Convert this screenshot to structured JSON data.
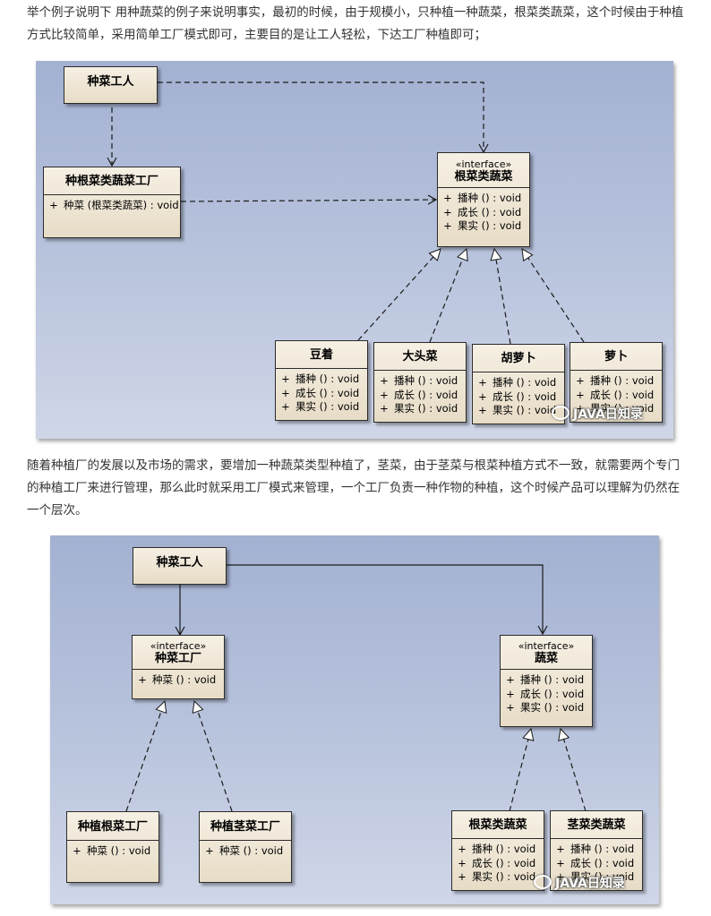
{
  "paragraphs": {
    "p1": "举个例子说明下 用种蔬菜的例子来说明事实，最初的时候，由于规模小，只种植一种蔬菜，根菜类蔬菜，这个时候由于种植方式比较简单，采用简单工厂模式即可，主要目的是让工人轻松，下达工厂种植即可；",
    "p2": "随着种植厂的发展以及市场的需求，要增加一种蔬菜类型种植了，茎菜，由于茎菜与根菜种植方式不一致，就需要两个专门的种植工厂来进行管理，那么此时就采用工厂模式来管理，一个工厂负责一种作物的种植，这个时候产品可以理解为仍然在一个层次。"
  },
  "diagram1": {
    "worker": {
      "name": "种菜工人"
    },
    "factory": {
      "name": "种根菜类蔬菜工厂",
      "ops": [
        {
          "vis": "+",
          "sig": "种菜 (根菜类蔬菜) : void"
        }
      ]
    },
    "iface": {
      "stereotype": "«interface»",
      "name": "根菜类蔬菜",
      "ops": [
        {
          "vis": "+",
          "sig": "播种 () : void"
        },
        {
          "vis": "+",
          "sig": "成长 () : void"
        },
        {
          "vis": "+",
          "sig": "果实 () : void"
        }
      ]
    },
    "products": [
      {
        "name": "豆着",
        "ops": [
          {
            "vis": "+",
            "sig": "播种 () : void"
          },
          {
            "vis": "+",
            "sig": "成长 () : void"
          },
          {
            "vis": "+",
            "sig": "果实 () : void"
          }
        ]
      },
      {
        "name": "大头菜",
        "ops": [
          {
            "vis": "+",
            "sig": "播种 () : void"
          },
          {
            "vis": "+",
            "sig": "成长 () : void"
          },
          {
            "vis": "+",
            "sig": "果实 () : void"
          }
        ]
      },
      {
        "name": "胡萝卜",
        "ops": [
          {
            "vis": "+",
            "sig": "播种 () : void"
          },
          {
            "vis": "+",
            "sig": "成长 () : void"
          },
          {
            "vis": "+",
            "sig": "果实 () : void"
          }
        ]
      },
      {
        "name": "萝卜",
        "ops": [
          {
            "vis": "+",
            "sig": "播种 () : void"
          },
          {
            "vis": "+",
            "sig": "成长 () : void"
          },
          {
            "vis": "+",
            "sig": "果实 () : void"
          }
        ]
      }
    ],
    "watermark": "JAVA日知录"
  },
  "diagram2": {
    "worker": {
      "name": "种菜工人"
    },
    "factoryIface": {
      "stereotype": "«interface»",
      "name": "种菜工厂",
      "ops": [
        {
          "vis": "+",
          "sig": "种菜 () : void"
        }
      ]
    },
    "vegIface": {
      "stereotype": "«interface»",
      "name": "蔬菜",
      "ops": [
        {
          "vis": "+",
          "sig": "播种 () : void"
        },
        {
          "vis": "+",
          "sig": "成长 () : void"
        },
        {
          "vis": "+",
          "sig": "果实 () : void"
        }
      ]
    },
    "rootFactory": {
      "name": "种植根菜工厂",
      "ops": [
        {
          "vis": "+",
          "sig": "种菜 () : void"
        }
      ]
    },
    "stemFactory": {
      "name": "种植茎菜工厂",
      "ops": [
        {
          "vis": "+",
          "sig": "种菜 () : void"
        }
      ]
    },
    "rootVeg": {
      "name": "根菜类蔬菜",
      "ops": [
        {
          "vis": "+",
          "sig": "播种 () : void"
        },
        {
          "vis": "+",
          "sig": "成长 () : void"
        },
        {
          "vis": "+",
          "sig": "果实 () : void"
        }
      ]
    },
    "stemVeg": {
      "name": "茎菜类蔬菜",
      "ops": [
        {
          "vis": "+",
          "sig": "播种 () : void"
        },
        {
          "vis": "+",
          "sig": "成长 () : void"
        },
        {
          "vis": "+",
          "sig": "果实 () : void"
        }
      ]
    },
    "watermark": "JAVA日知录"
  }
}
